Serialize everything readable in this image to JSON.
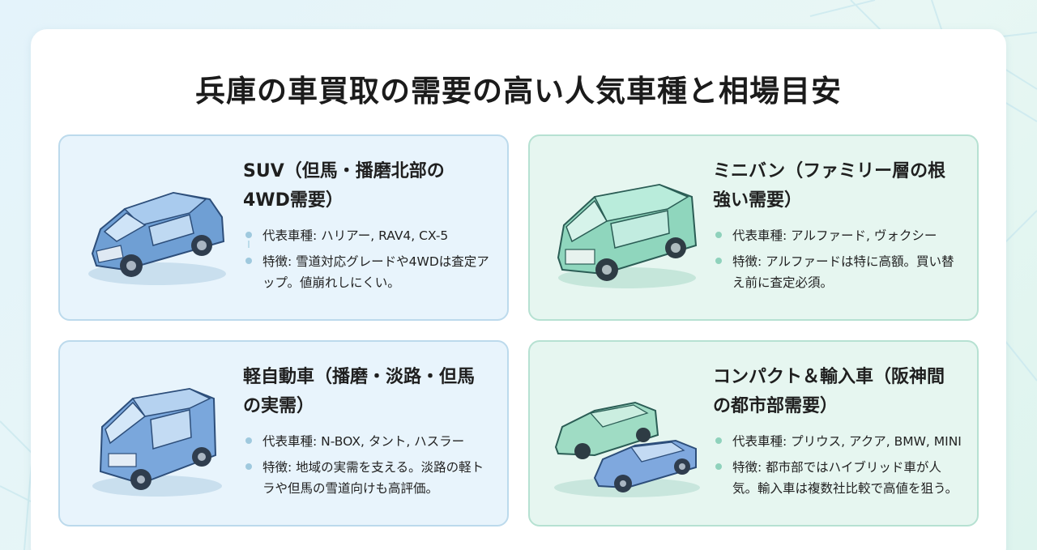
{
  "title": "兵庫の車買取の需要の高い人気車種と相場目安",
  "colors": {
    "card_blue": "#e8f4fc",
    "card_green": "#e6f6f0",
    "accent_blue": "#6a9fd6",
    "accent_green": "#7ccaa8"
  },
  "cards": [
    {
      "title": "SUV（但馬・播磨北部の4WD需要）",
      "icon": "suv-car-icon",
      "bullets": [
        "代表車種: ハリアー, RAV4, CX-5",
        "特徴: 雪道対応グレードや4WDは査定アップ。値崩れしにくい。"
      ]
    },
    {
      "title": "ミニバン（ファミリー層の根強い需要）",
      "icon": "minivan-car-icon",
      "bullets": [
        "代表車種: アルファード, ヴォクシー",
        "特徴: アルファードは特に高額。買い替え前に査定必須。"
      ]
    },
    {
      "title": "軽自動車（播磨・淡路・但馬の実需）",
      "icon": "kei-car-icon",
      "bullets": [
        "代表車種: N-BOX, タント, ハスラー",
        "特徴: 地域の実需を支える。淡路の軽トラや但馬の雪道向けも高評価。"
      ]
    },
    {
      "title": "コンパクト＆輸入車（阪神間の都市部需要）",
      "icon": "compact-and-import-car-icon",
      "bullets": [
        "代表車種: プリウス, アクア, BMW, MINI",
        "特徴: 都市部ではハイブリッド車が人気。輸入車は複数社比較で高値を狙う。"
      ]
    }
  ]
}
